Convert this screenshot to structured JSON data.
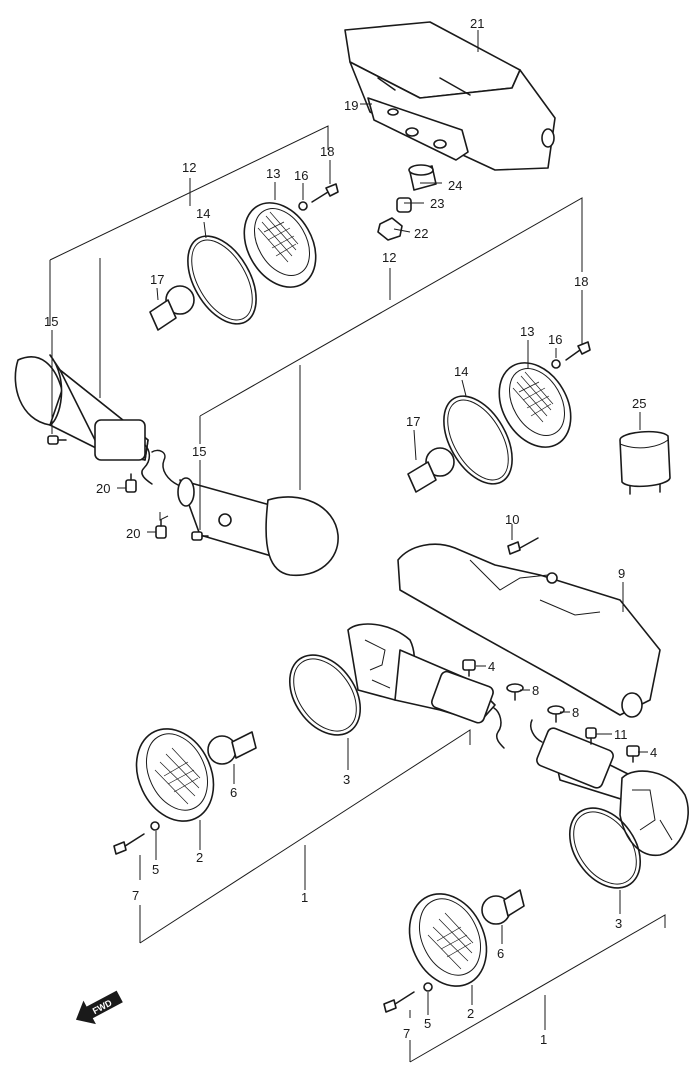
{
  "callouts": {
    "c21": "21",
    "c19": "19",
    "c24": "24",
    "c23": "23",
    "c22": "22",
    "c12a": "12",
    "c12b": "12",
    "c18a": "18",
    "c18b": "18",
    "c13a": "13",
    "c13b": "13",
    "c16a": "16",
    "c16b": "16",
    "c14a": "14",
    "c14b": "14",
    "c17a": "17",
    "c17b": "17",
    "c15a": "15",
    "c15b": "15",
    "c20a": "20",
    "c20b": "20",
    "c25": "25",
    "c10": "10",
    "c9": "9",
    "c4a": "4",
    "c4b": "4",
    "c8a": "8",
    "c8b": "8",
    "c11": "11",
    "c3a": "3",
    "c3b": "3",
    "c6a": "6",
    "c6b": "6",
    "c2a": "2",
    "c2b": "2",
    "c5a": "5",
    "c5b": "5",
    "c7a": "7",
    "c7b": "7",
    "c1a": "1",
    "c1b": "1"
  },
  "fwd_label": "FWD",
  "icons": {
    "forward_arrow": "fwd-arrow-icon"
  }
}
